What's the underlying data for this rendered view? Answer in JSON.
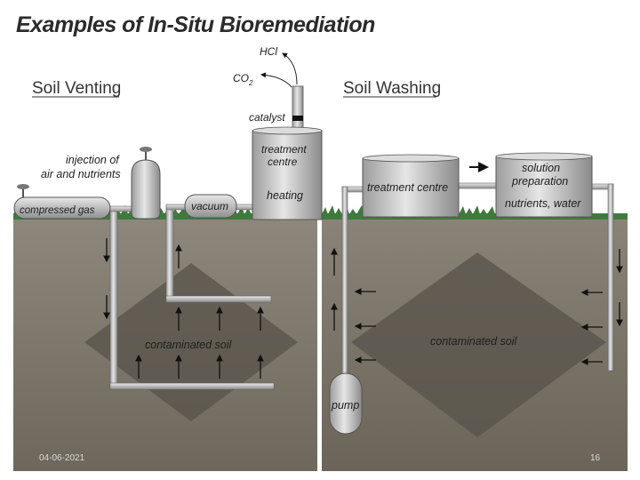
{
  "title": "Examples of In-Situ Bioremediation",
  "soil_venting": {
    "heading": "Soil Venting",
    "hcl": "HCl",
    "co2": "CO",
    "co2_sub": "2",
    "catalyst": "catalyst",
    "injection_line1": "injection of",
    "injection_line2": "air and nutrients",
    "compressed_gas": "compressed gas",
    "vacuum": "vacuum",
    "treatment_line1": "treatment",
    "treatment_line2": "centre",
    "heating": "heating",
    "contaminated": "contaminated soil"
  },
  "soil_washing": {
    "heading": "Soil Washing",
    "treatment": "treatment centre",
    "solution_line1": "solution",
    "solution_line2": "preparation",
    "nutrients": "nutrients, water",
    "contaminated": "contaminated soil",
    "pump": "pump"
  },
  "footer": {
    "date": "04-06-2021",
    "page": "16"
  },
  "colors": {
    "soil": "#7d766b",
    "grass": "#3f7a3d",
    "tank": "#c9c9c9",
    "plume": "#5f5a51"
  }
}
